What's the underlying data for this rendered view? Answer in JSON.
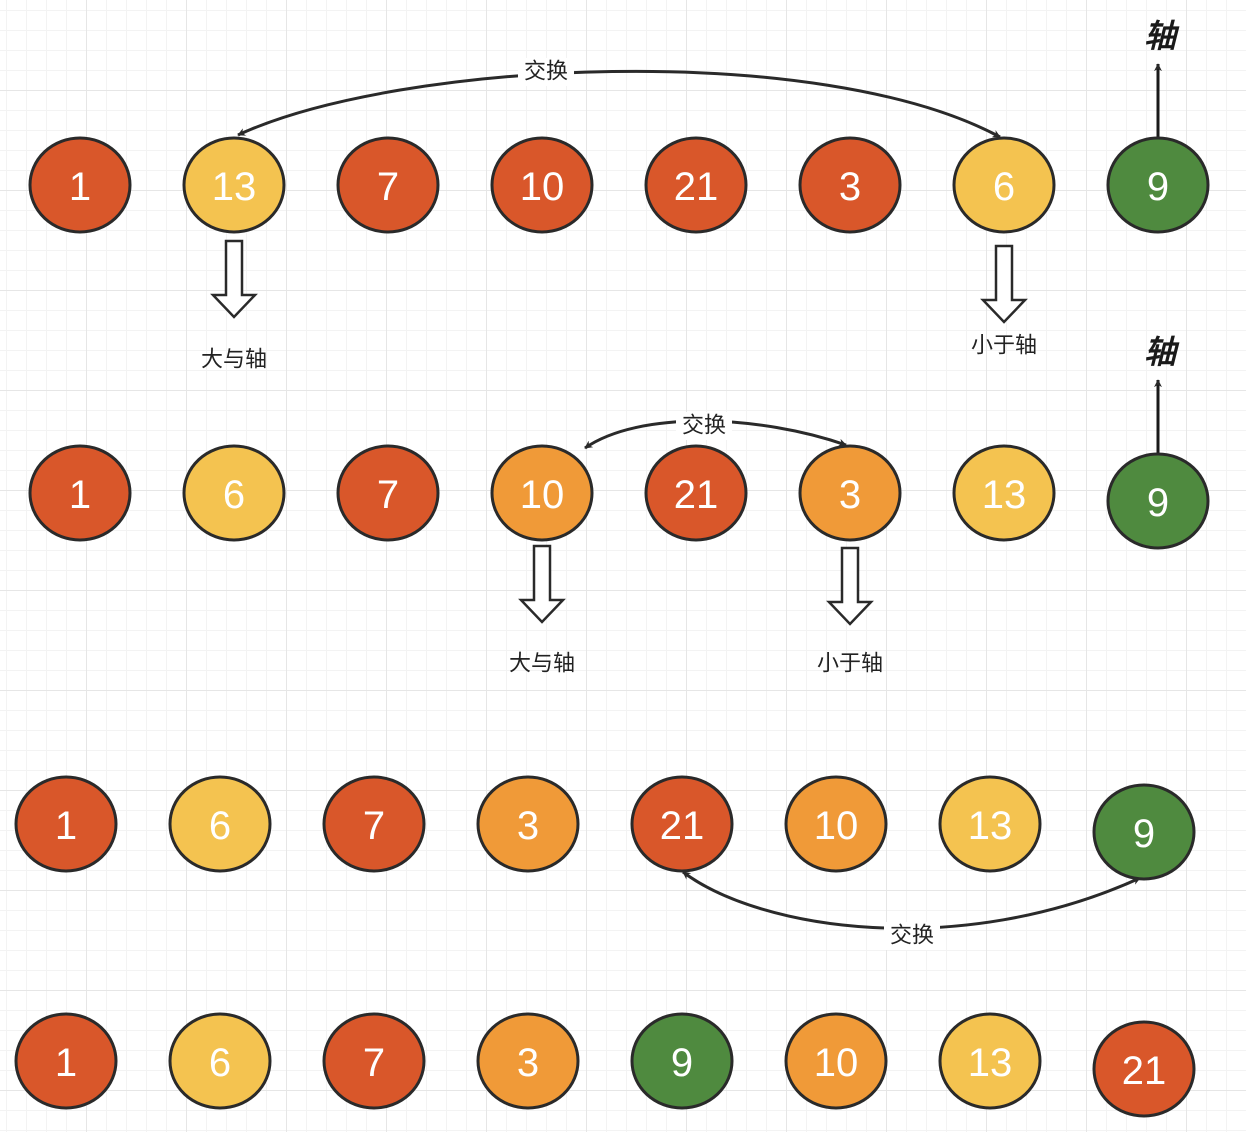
{
  "colors": {
    "red": "#d9572a",
    "yellow": "#f4c350",
    "orange": "#f09a38",
    "green": "#4f8a3f",
    "stroke": "#2a2a2a"
  },
  "rows": [
    {
      "nodes": [
        {
          "v": "1",
          "c": "red"
        },
        {
          "v": "13",
          "c": "yellow"
        },
        {
          "v": "7",
          "c": "red"
        },
        {
          "v": "10",
          "c": "red"
        },
        {
          "v": "21",
          "c": "red"
        },
        {
          "v": "3",
          "c": "red"
        },
        {
          "v": "6",
          "c": "yellow"
        },
        {
          "v": "9",
          "c": "green"
        }
      ]
    },
    {
      "nodes": [
        {
          "v": "1",
          "c": "red"
        },
        {
          "v": "6",
          "c": "yellow"
        },
        {
          "v": "7",
          "c": "red"
        },
        {
          "v": "10",
          "c": "orange"
        },
        {
          "v": "21",
          "c": "red"
        },
        {
          "v": "3",
          "c": "orange"
        },
        {
          "v": "13",
          "c": "yellow"
        },
        {
          "v": "9",
          "c": "green"
        }
      ]
    },
    {
      "nodes": [
        {
          "v": "1",
          "c": "red"
        },
        {
          "v": "6",
          "c": "yellow"
        },
        {
          "v": "7",
          "c": "red"
        },
        {
          "v": "3",
          "c": "orange"
        },
        {
          "v": "21",
          "c": "red"
        },
        {
          "v": "10",
          "c": "orange"
        },
        {
          "v": "13",
          "c": "yellow"
        },
        {
          "v": "9",
          "c": "green"
        }
      ]
    },
    {
      "nodes": [
        {
          "v": "1",
          "c": "red"
        },
        {
          "v": "6",
          "c": "yellow"
        },
        {
          "v": "7",
          "c": "red"
        },
        {
          "v": "3",
          "c": "orange"
        },
        {
          "v": "9",
          "c": "green"
        },
        {
          "v": "10",
          "c": "orange"
        },
        {
          "v": "13",
          "c": "yellow"
        },
        {
          "v": "21",
          "c": "red"
        }
      ]
    }
  ],
  "labels": {
    "swap": "交换",
    "pivot": "轴",
    "greater": "大与轴",
    "less": "小于轴"
  }
}
